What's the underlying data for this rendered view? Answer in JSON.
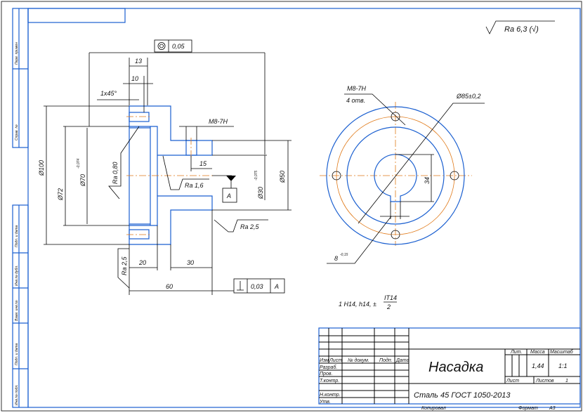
{
  "side_strip": [
    "Перв. примен",
    "Справ. №",
    "Подп. и дата",
    "Инв.№ дубл.",
    "Взам. инв.№",
    "Подп. и дата",
    "Инв.№ подл."
  ],
  "roughness_general": "Ra 6,3 (√)",
  "section": {
    "runout_tol": "0,05",
    "perp_tol": "0,03",
    "datum": "A",
    "dims": {
      "d13": "13",
      "d10": "10",
      "chamfer": "1x45°",
      "d100": "Ø100",
      "d72": "Ø72",
      "d70": "Ø70",
      "d70_tol": "-0,074",
      "ra080": "Ra 0,80",
      "m8": "M8-7H",
      "d15": "15",
      "ra16": "Ra 1,6",
      "d30": "Ø30",
      "d30_tol": "-0,075",
      "d50": "Ø50",
      "ra25_right": "Ra 2,5",
      "ra25_left": "Ra 2,5",
      "d20": "20",
      "d30len": "30",
      "d60": "60"
    }
  },
  "front_view": {
    "thread": "M8-7H",
    "holes": "4 отв.",
    "pcd": "Ø85±0,2",
    "d34": "34",
    "key": "8",
    "key_tol": "-0,15"
  },
  "note": {
    "text": "1 H14, h14, ±",
    "num": "IT14",
    "den": "2"
  },
  "title_block": {
    "name": "Насадка",
    "material": "Сталь 45 ГОСТ 1050-2013",
    "headers": [
      "Изм",
      "Лист",
      "№ докум.",
      "Подп.",
      "Дата"
    ],
    "roles": [
      "Разраб.",
      "Пров.",
      "Т.контр.",
      "Н.контр.",
      "Утв."
    ],
    "lit": "Лит.",
    "mass_label": "Масса",
    "scale_label": "Масштаб",
    "mass": "1,44",
    "scale": "1:1",
    "sheet_label": "Лист",
    "sheets_label": "Листов",
    "sheets": "1",
    "copied": "Копировал",
    "format_label": "Формат",
    "format": "A3"
  }
}
